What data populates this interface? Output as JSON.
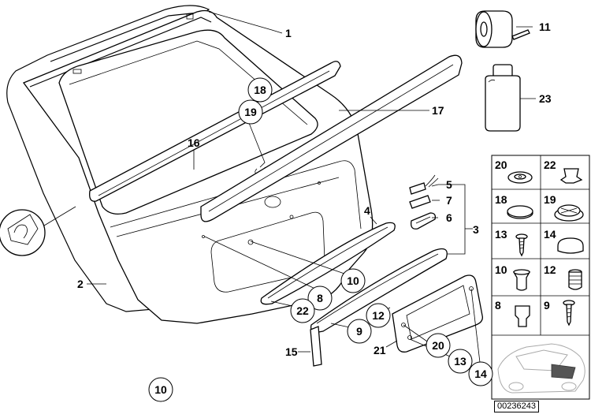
{
  "diagram": {
    "callouts": [
      {
        "label": "1"
      },
      {
        "label": "2"
      },
      {
        "label": "3"
      },
      {
        "label": "4"
      },
      {
        "label": "5"
      },
      {
        "label": "6"
      },
      {
        "label": "7"
      },
      {
        "label": "11"
      },
      {
        "label": "15"
      },
      {
        "label": "16"
      },
      {
        "label": "17"
      },
      {
        "label": "21"
      },
      {
        "label": "23"
      }
    ],
    "circled_callouts": [
      {
        "label": "18"
      },
      {
        "label": "19"
      },
      {
        "label": "10"
      },
      {
        "label": "8"
      },
      {
        "label": "22"
      },
      {
        "label": "9"
      },
      {
        "label": "12"
      },
      {
        "label": "20"
      },
      {
        "label": "13"
      },
      {
        "label": "14"
      },
      {
        "label": "10"
      }
    ],
    "hardware_panel": [
      {
        "label": "20"
      },
      {
        "label": "22"
      },
      {
        "label": "18"
      },
      {
        "label": "19"
      },
      {
        "label": "13"
      },
      {
        "label": "14"
      },
      {
        "label": "10"
      },
      {
        "label": "12"
      },
      {
        "label": "8"
      },
      {
        "label": "9"
      }
    ],
    "document_id": "00236243"
  }
}
